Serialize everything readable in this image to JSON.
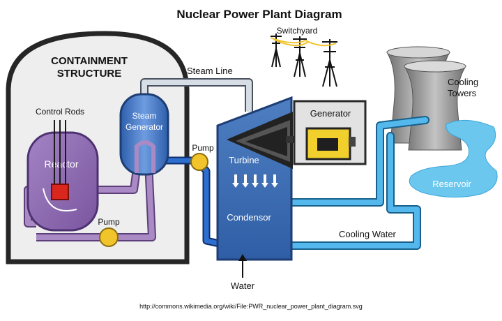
{
  "title": "Nuclear Power Plant Diagram",
  "labels": {
    "containment_line1": "CONTAINMENT",
    "containment_line2": "STRUCTURE",
    "steam_line": "Steam Line",
    "switchyard": "Switchyard",
    "cooling_towers_line1": "Cooling",
    "cooling_towers_line2": "Towers",
    "control_rods": "Control Rods",
    "steam_generator_line1": "Steam",
    "steam_generator_line2": "Generator",
    "pump_top": "Pump",
    "pump_bottom": "Pump",
    "generator": "Generator",
    "reactor": "Reactor",
    "turbine": "Turbine",
    "reservoir": "Reservoir",
    "condensor": "Condensor",
    "cooling_water": "Cooling Water",
    "water": "Water"
  },
  "source_url": "http://commons.wikimedia.org/wiki/File:PWR_nuclear_power_plant_diagram.svg",
  "colors": {
    "primary_loop": "#a98ac4",
    "primary_loop_edge": "#6c4f8a",
    "secondary_loop": "#2d6fcf",
    "steam_line": "#d7dde5",
    "cooling_loop": "#55b8ec",
    "reactor_vessel": "#8f6bb2",
    "turbine_hall": "#5f8fcb",
    "pump": "#f2c42c",
    "generator_box": "#e2e2e2",
    "tower": "#9a9a9a",
    "reservoir": "#6cc7ef",
    "core": "#d9271d"
  }
}
